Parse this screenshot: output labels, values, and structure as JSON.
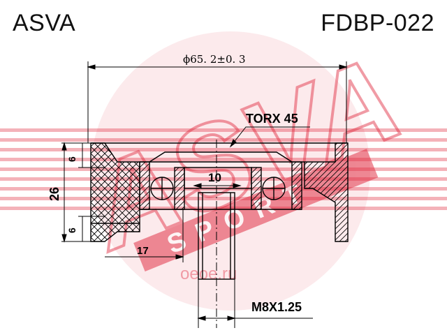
{
  "header": {
    "brand": "ASVA",
    "part_number": "FDBP-022"
  },
  "watermark": {
    "text_main": "ASVA",
    "text_sub": "SPORT",
    "site": "oeoe.ru",
    "color": "#e0243a"
  },
  "dimensions": {
    "outer_diameter": "ϕ65. 2±0. 3",
    "torx": "TORX 45",
    "width_total": "26",
    "edge_top": "6",
    "edge_bottom": "6",
    "inner_width": "10",
    "offset": "17",
    "thread": "M8X1.25"
  },
  "colors": {
    "line": "#000000",
    "background": "#ffffff"
  }
}
